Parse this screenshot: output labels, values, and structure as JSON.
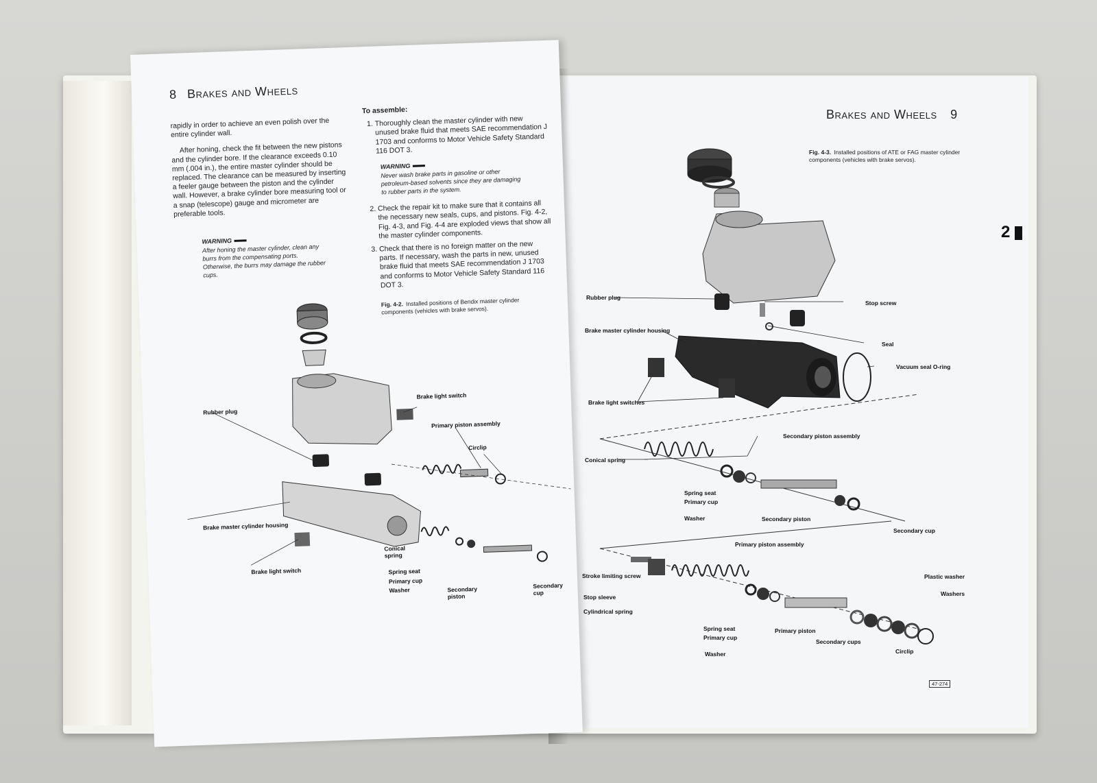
{
  "left_page": {
    "page_number": "8",
    "header_title": "Brakes and Wheels",
    "intro_paragraph": "rapidly in order to achieve an even polish over the entire cylinder wall.",
    "honing_paragraph": "After honing, check the fit between the new pistons and the cylinder bore. If the clearance exceeds 0.10 mm (.004 in.), the entire master cylinder should be replaced. The clearance can be measured by inserting a feeler gauge between the piston and the cylinder wall. However, a brake cylinder bore measuring tool or a snap (telescope) gauge and micrometer are preferable tools.",
    "warning_1": {
      "title": "WARNING",
      "text": "After honing the master cylinder, clean any burrs from the compensating ports. Otherwise, the burrs may damage the rubber cups."
    },
    "assemble_heading": "To assemble:",
    "steps": [
      "Thoroughly clean the master cylinder with new unused brake fluid that meets SAE recommendation J 1703 and conforms to Motor Vehicle Safety Standard 116 DOT 3.",
      "Check the repair kit to make sure that it contains all the necessary new seals, cups, and pistons. Fig. 4-2, Fig. 4-3, and Fig. 4-4 are exploded views that show all the master cylinder components.",
      "Check that there is no foreign matter on the new parts. If necessary, wash the parts in new, unused brake fluid that meets SAE recommendation J 1703 and conforms to Motor Vehicle Safety Standard 116 DOT 3."
    ],
    "warning_2": {
      "title": "WARNING",
      "text": "Never wash brake parts in gasoline or other petroleum-based solvents since they are damaging to rubber parts in the system."
    },
    "figure_caption": {
      "label": "Fig. 4-2.",
      "text": "Installed positions of Bendix master cylinder components (vehicles with brake servos)."
    },
    "labels": {
      "rubber_plug": "Rubber plug",
      "brake_light_switch_top": "Brake light switch",
      "primary_piston_assembly": "Primary piston assembly",
      "circlip": "Circlip",
      "housing": "Brake master cylinder housing",
      "brake_light_switch_bottom": "Brake light switch",
      "conical_spring": "Conical spring",
      "spring_seat": "Spring seat",
      "primary_cup": "Primary cup",
      "washer": "Washer",
      "secondary_piston": "Secondary piston",
      "secondary_cup": "Secondary cup"
    }
  },
  "right_page": {
    "page_number": "9",
    "header_title": "Brakes and Wheels",
    "figure_caption": {
      "label": "Fig. 4-3.",
      "text": "Installed positions of ATE or FAG master cylinder components (vehicles with brake servos)."
    },
    "tab_number": "2",
    "labels": {
      "rubber_plug": "Rubber plug",
      "stop_screw": "Stop screw",
      "housing": "Brake master cylinder housing",
      "seal": "Seal",
      "vacuum_seal": "Vacuum seal O-ring",
      "brake_light_switches": "Brake light switches",
      "secondary_piston_assembly": "Secondary piston assembly",
      "conical_spring": "Conical spring",
      "spring_seat": "Spring seat",
      "primary_cup": "Primary cup",
      "washer": "Washer",
      "secondary_piston": "Secondary piston",
      "secondary_cup": "Secondary cup",
      "primary_piston_assembly": "Primary piston assembly",
      "stroke_limiting_screw": "Stroke limiting screw",
      "stop_sleeve": "Stop sleeve",
      "cylindrical_spring": "Cylindrical spring",
      "plastic_washer": "Plastic washer",
      "washers": "Washers",
      "spring_seat_2": "Spring seat",
      "primary_cup_2": "Primary cup",
      "primary_piston": "Primary piston",
      "secondary_cups": "Secondary cups",
      "circlip": "Circlip",
      "washer_2": "Washer"
    },
    "reference_code": "47-274"
  }
}
